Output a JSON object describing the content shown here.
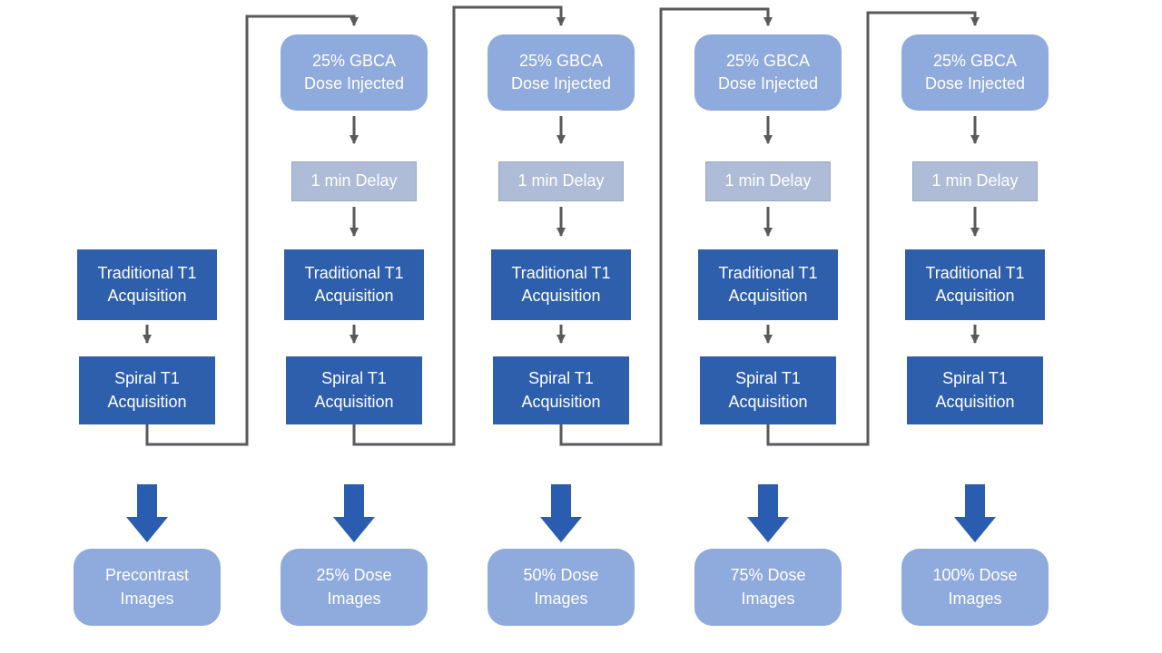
{
  "diagram_type": "flowchart",
  "colors": {
    "dark_blue": "#2e5fac",
    "light_blue": "#8faadc",
    "gray_blue": "#aebcd8",
    "connector_gray": "#595959",
    "block_arrow_blue": "#2a5caf",
    "background": "#ffffff",
    "text_white": "#ffffff"
  },
  "columns": [
    {
      "name": "precontrast",
      "traditional": {
        "line1": "Traditional T1",
        "line2": "Acquisition"
      },
      "spiral": {
        "line1": "Spiral T1",
        "line2": "Acquisition"
      },
      "output": {
        "line1": "Precontrast",
        "line2": "Images"
      }
    },
    {
      "name": "dose-25",
      "injection": {
        "line1": "25% GBCA",
        "line2": "Dose Injected"
      },
      "delay": {
        "line1": "1 min Delay"
      },
      "traditional": {
        "line1": "Traditional T1",
        "line2": "Acquisition"
      },
      "spiral": {
        "line1": "Spiral T1",
        "line2": "Acquisition"
      },
      "output": {
        "line1": "25% Dose",
        "line2": "Images"
      }
    },
    {
      "name": "dose-50",
      "injection": {
        "line1": "25% GBCA",
        "line2": "Dose Injected"
      },
      "delay": {
        "line1": "1 min Delay"
      },
      "traditional": {
        "line1": "Traditional T1",
        "line2": "Acquisition"
      },
      "spiral": {
        "line1": "Spiral T1",
        "line2": "Acquisition"
      },
      "output": {
        "line1": "50% Dose",
        "line2": "Images"
      }
    },
    {
      "name": "dose-75",
      "injection": {
        "line1": "25% GBCA",
        "line2": "Dose Injected"
      },
      "delay": {
        "line1": "1 min Delay"
      },
      "traditional": {
        "line1": "Traditional T1",
        "line2": "Acquisition"
      },
      "spiral": {
        "line1": "Spiral T1",
        "line2": "Acquisition"
      },
      "output": {
        "line1": "75% Dose",
        "line2": "Images"
      }
    },
    {
      "name": "dose-100",
      "injection": {
        "line1": "25% GBCA",
        "line2": "Dose Injected"
      },
      "delay": {
        "line1": "1 min Delay"
      },
      "traditional": {
        "line1": "Traditional T1",
        "line2": "Acquisition"
      },
      "spiral": {
        "line1": "Spiral T1",
        "line2": "Acquisition"
      },
      "output": {
        "line1": "100% Dose",
        "line2": "Images"
      }
    }
  ]
}
